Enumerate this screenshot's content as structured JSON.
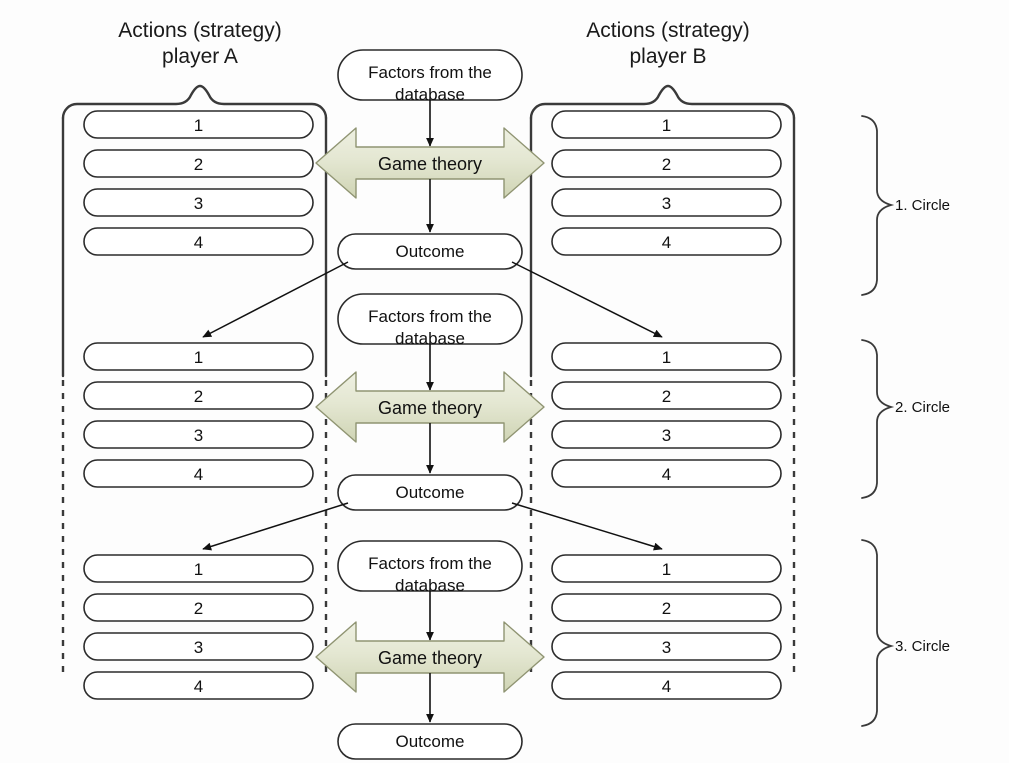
{
  "diagram": {
    "title_left": "Actions (strategy)\nplayer A",
    "title_right": "Actions (strategy)\nplayer B",
    "colors": {
      "background": "#fdfdfd",
      "stroke": "#3a3a3a",
      "pill_stroke": "#2b2b2b",
      "arrow_fill_light": "#eef0e0",
      "arrow_fill_dark": "#d6dac0",
      "arrow_stroke": "#8f9472",
      "text": "#111111"
    },
    "actions": {
      "player_a": [
        [
          "1",
          "2",
          "3",
          "4"
        ],
        [
          "1",
          "2",
          "3",
          "4"
        ],
        [
          "1",
          "2",
          "3",
          "4"
        ]
      ],
      "player_b": [
        [
          "1",
          "2",
          "3",
          "4"
        ],
        [
          "1",
          "2",
          "3",
          "4"
        ],
        [
          "1",
          "2",
          "3",
          "4"
        ]
      ]
    },
    "rounds": [
      {
        "factors_label": "Factors from the\ndatabase",
        "game_theory_label": "Game theory",
        "outcome_label": "Outcome",
        "circle_label": "1. Circle"
      },
      {
        "factors_label": "Factors from the\ndatabase",
        "game_theory_label": "Game theory",
        "outcome_label": "Outcome",
        "circle_label": "2. Circle"
      },
      {
        "factors_label": "Factors from the\ndatabase",
        "game_theory_label": "Game theory",
        "outcome_label": "Outcome",
        "circle_label": "3. Circle"
      }
    ]
  }
}
